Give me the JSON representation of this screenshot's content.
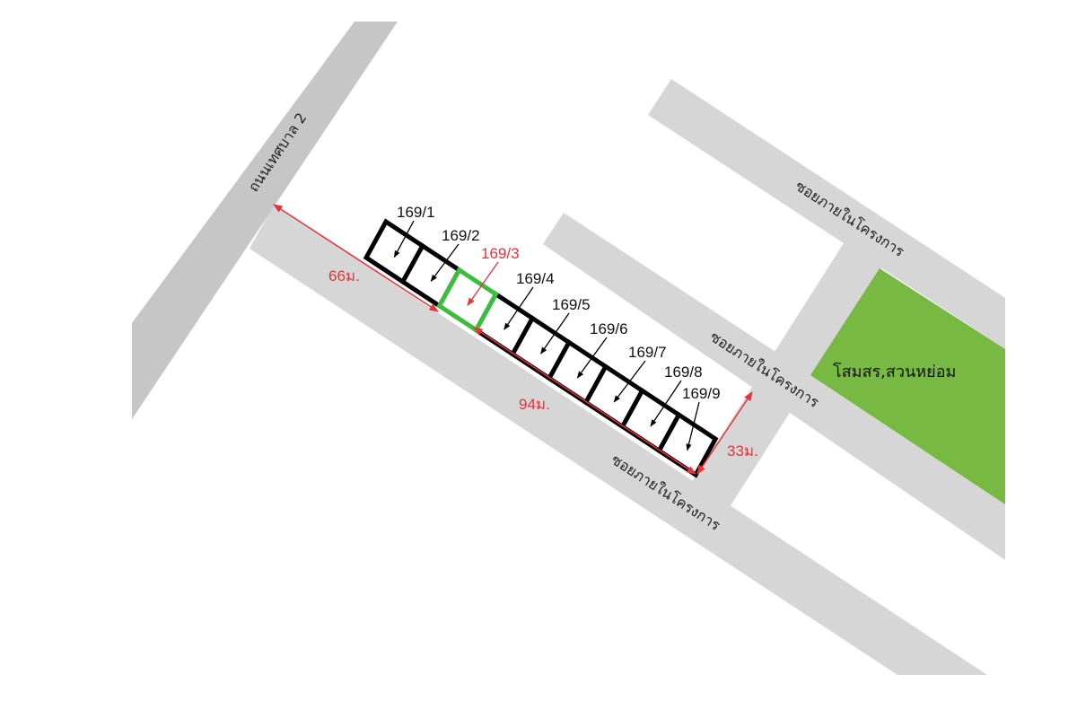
{
  "colors": {
    "road_main": "#d6d6d6",
    "road_major": "#c6c6c6",
    "park": "#78b943",
    "plot_border": "#000000",
    "highlight_plot": "#3dbd3d",
    "dimension": "#e8323c"
  },
  "roads": {
    "major_road": "ถนนเทศบาล 2",
    "soi_top": "ซอยภายในโครงการ",
    "soi_middle": "ซอยภายในโครงการ",
    "soi_bottom": "ซอยภายในโครงการ"
  },
  "park_label": "โสมสร,สวนหย่อม",
  "plots": [
    {
      "label": "169/1",
      "highlight": false
    },
    {
      "label": "169/2",
      "highlight": false
    },
    {
      "label": "169/3",
      "highlight": true
    },
    {
      "label": "169/4",
      "highlight": false
    },
    {
      "label": "169/5",
      "highlight": false
    },
    {
      "label": "169/6",
      "highlight": false
    },
    {
      "label": "169/7",
      "highlight": false
    },
    {
      "label": "169/8",
      "highlight": false
    },
    {
      "label": "169/9",
      "highlight": false
    }
  ],
  "dimensions": {
    "d66": "66ม.",
    "d94": "94ม.",
    "d33": "33ม."
  }
}
